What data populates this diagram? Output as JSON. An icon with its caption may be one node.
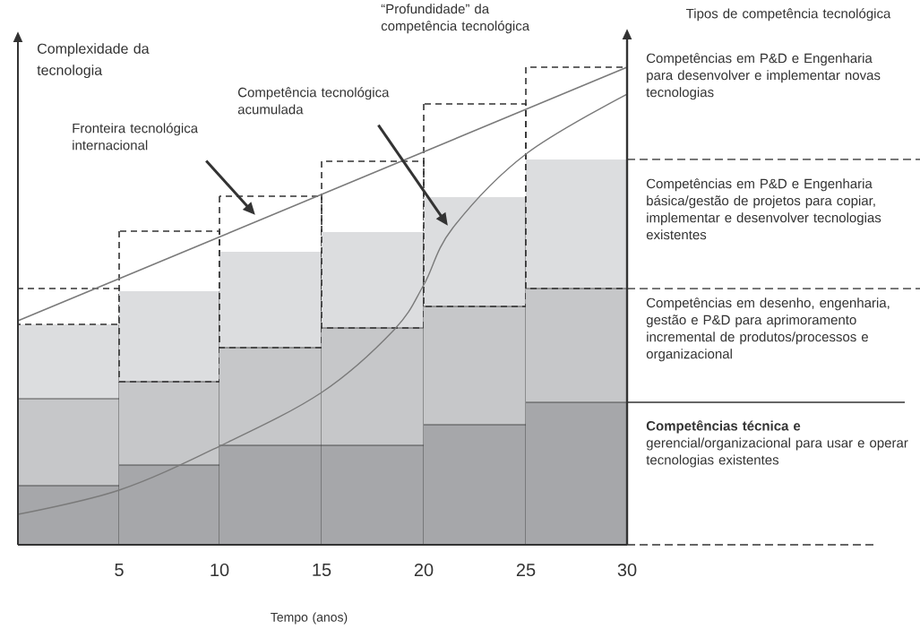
{
  "diagram": {
    "nodes": [
      {
        "text": [
          "Fronteira tecnológica internacional"
        ]
      },
      {
        "text": [
          "Competência tecnológica acumulada"
        ]
      },
      {
        "text": [
          "“Profundidade” da competência tecnológica"
        ]
      }
    ],
    "edges": [
      {
        "from": 0,
        "to": null,
        "arrow": "to"
      },
      {
        "from": 1,
        "to": null,
        "arrow": "to"
      }
    ],
    "labels": [
      "Complexidade da tecnologia",
      "Tipos de competência tecnológica",
      "Competências em P&D e Engenharia para desenvolver e implementar novas tecnologias",
      "Competências em P&D e Engenharia básica/gestão de projetos para copiar, implementar e desenvolver tecnologias existentes",
      "Competências em desenho, engenharia, gestão e P&D para aprimoramento incremental de produtos/processos e organizacional",
      "**Competências técnica e** gerencial/organizacional para usar e operar tecnologias existentes",
      "5",
      "10",
      "15",
      "20",
      "25",
      "30",
      "Tempo (anos)"
    ]
  }
}
